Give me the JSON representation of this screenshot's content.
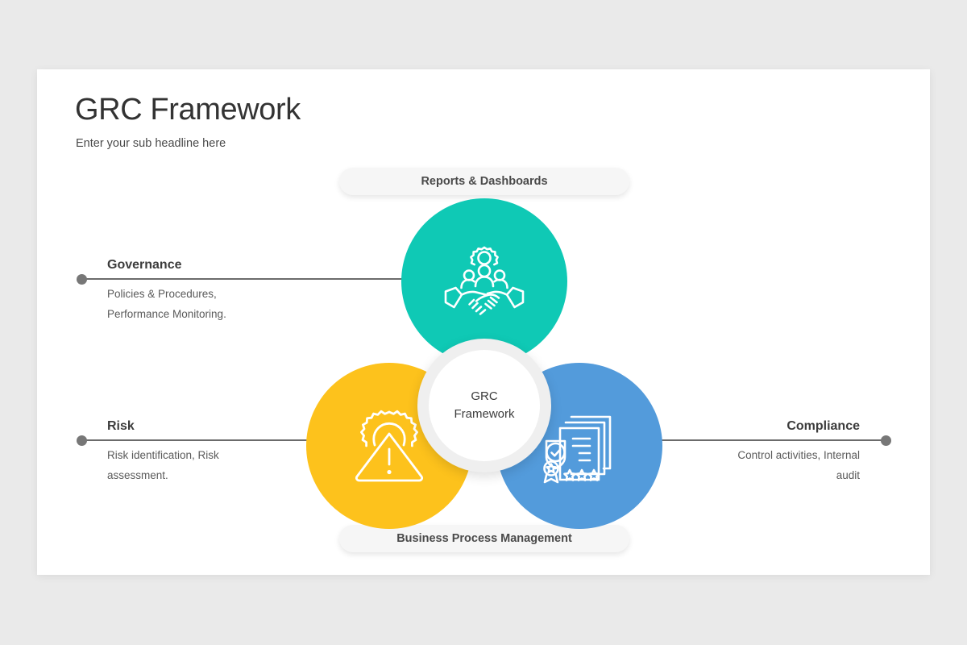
{
  "slide": {
    "title": "GRC Framework",
    "subtitle": "Enter your sub headline here"
  },
  "center": {
    "label_line1": "GRC",
    "label_line2": "Framework"
  },
  "pills": {
    "top": "Reports & Dashboards",
    "bottom": "Business Process Management"
  },
  "pillars": [
    {
      "key": "governance",
      "heading": "Governance",
      "desc_line1": "Policies & Procedures,",
      "desc_line2": "Performance Monitoring.",
      "color": "#0fc9b5",
      "icon": "handshake-gear-people-icon",
      "align": "left"
    },
    {
      "key": "risk",
      "heading": "Risk",
      "desc_line1": "Risk identification, Risk",
      "desc_line2": "assessment.",
      "color": "#fdc21c",
      "icon": "warning-triangle-gear-icon",
      "align": "left"
    },
    {
      "key": "compliance",
      "heading": "Compliance",
      "desc_line1": "Control activities, Internal",
      "desc_line2": "audit",
      "color": "#539bdb",
      "icon": "certified-documents-stars-icon",
      "align": "right"
    }
  ],
  "theme": {
    "background": "#eaeaea",
    "card": "#ffffff",
    "connector": "#6b6b6b",
    "dot": "#777777",
    "pill_bg": "#f6f6f6",
    "heading_text": "#3c3c3c",
    "body_text": "#5a5a5a"
  }
}
